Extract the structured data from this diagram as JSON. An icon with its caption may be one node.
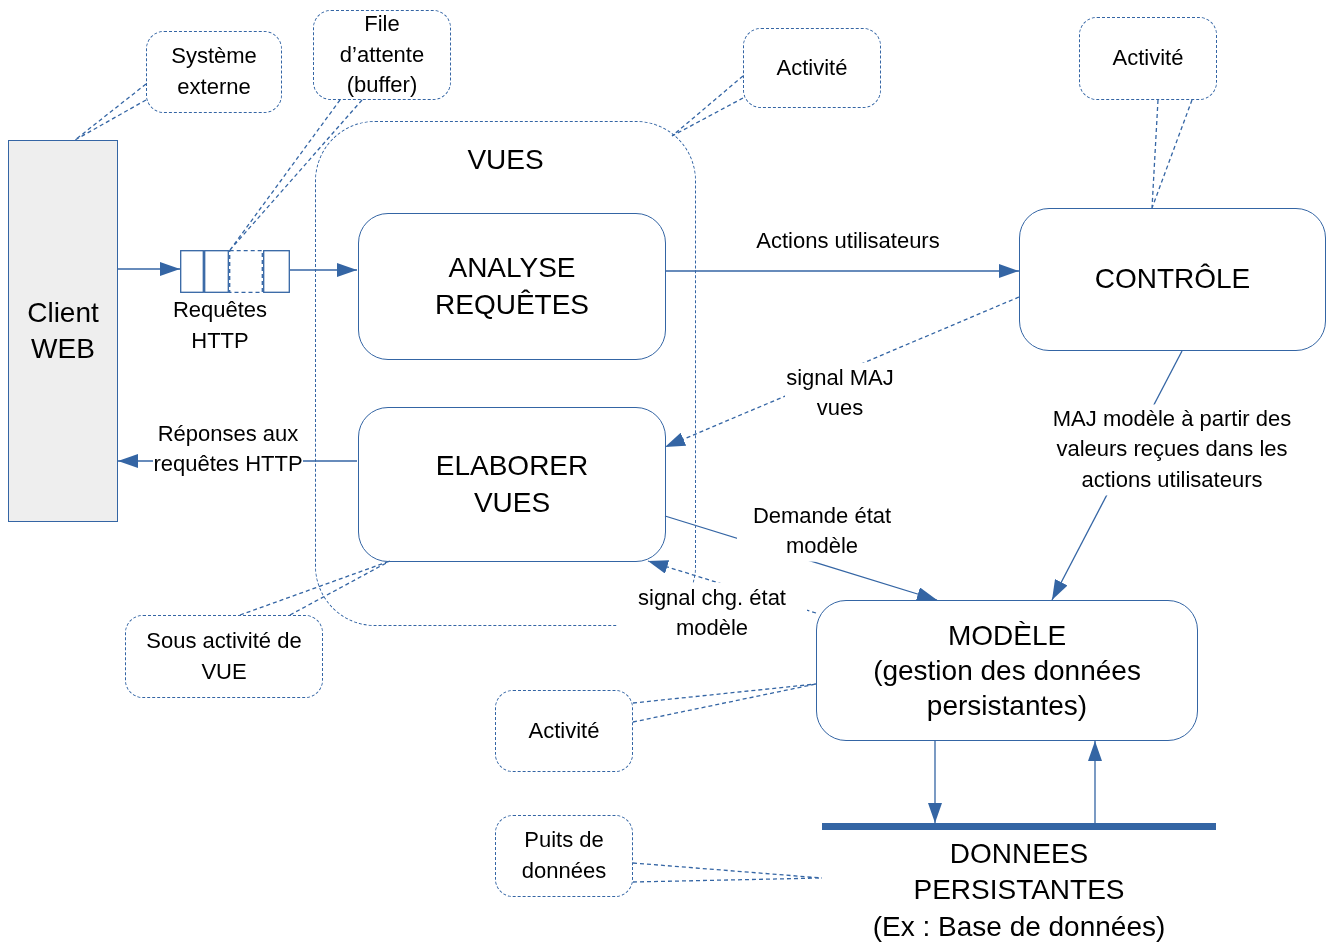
{
  "diagram": {
    "nodes": [
      {
        "text": [
          "Client WEB"
        ]
      },
      {
        "text": [],
        "shape": "box",
        "beside": [
          "Requêtes HTTP"
        ]
      },
      {
        "text": [
          "VUES"
        ]
      },
      {
        "text": [
          "ANALYSE REQUÊTES"
        ],
        "in": 2
      },
      {
        "text": [
          "ELABORER VUES"
        ],
        "in": 2
      },
      {
        "text": [
          "CONTRÔLE"
        ]
      },
      {
        "text": [
          "MODÈLE",
          "(gestion des données persistantes)"
        ]
      },
      {
        "text": [
          "DONNEES PERSISTANTES",
          "(Ex : Base de données)"
        ]
      },
      {
        "text": [
          "Système externe"
        ]
      },
      {
        "text": [
          "File d’attente (buffer)"
        ]
      },
      {
        "text": [
          "Activité"
        ]
      },
      {
        "text": [
          "Activité"
        ]
      },
      {
        "text": [
          "Sous activité de VUE"
        ]
      },
      {
        "text": [
          "Activité"
        ]
      },
      {
        "text": [
          "Puits de données"
        ]
      }
    ],
    "edges": [
      {
        "from": 0,
        "to": 1,
        "arrow": "to"
      },
      {
        "from": 1,
        "to": 3,
        "arrow": "to"
      },
      {
        "from": 3,
        "to": 5,
        "arrow": "to",
        "label": "Actions utilisateurs"
      },
      {
        "from": 5,
        "to": 4,
        "arrow": "to",
        "label": "signal MAJ vues",
        "style": "dashed"
      },
      {
        "from": 4,
        "to": 0,
        "arrow": "to",
        "label": "Réponses aux requêtes HTTP"
      },
      {
        "from": 5,
        "to": 6,
        "arrow": "to",
        "label": "MAJ modèle à partir des valeurs reçues dans les actions utilisateurs"
      },
      {
        "from": 4,
        "to": 6,
        "arrow": "to",
        "label": "Demande état modèle"
      },
      {
        "from": 6,
        "to": 4,
        "arrow": "to",
        "label": "signal chg. état modèle",
        "style": "dashed"
      },
      {
        "from": 6,
        "to": 7,
        "arrow": "to"
      },
      {
        "from": 7,
        "to": 6,
        "arrow": "to"
      },
      {
        "from": 8,
        "to": 0,
        "arrow": "none",
        "style": "dashed"
      },
      {
        "from": 9,
        "to": 1,
        "arrow": "none",
        "style": "dashed"
      },
      {
        "from": 10,
        "to": 2,
        "arrow": "none",
        "style": "dashed"
      },
      {
        "from": 11,
        "to": 5,
        "arrow": "none",
        "style": "dashed"
      },
      {
        "from": 12,
        "to": 4,
        "arrow": "none",
        "style": "dashed"
      },
      {
        "from": 13,
        "to": 6,
        "arrow": "none",
        "style": "dashed"
      },
      {
        "from": 14,
        "to": 7,
        "arrow": "none",
        "style": "dashed"
      }
    ]
  }
}
